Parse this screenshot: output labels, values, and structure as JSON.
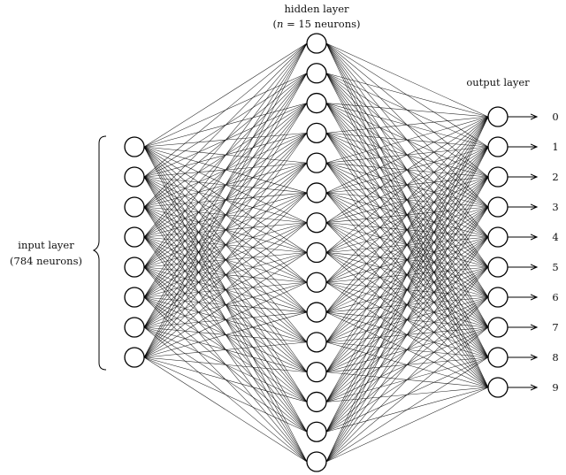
{
  "layers": {
    "input": {
      "label_line1": "input layer",
      "label_line2": "(784 neurons)",
      "drawn_neurons": 8
    },
    "hidden": {
      "label_line1": "hidden layer",
      "label_n": "n",
      "label_rest": " = 15 neurons)",
      "drawn_neurons": 15
    },
    "output": {
      "label": "output layer",
      "drawn_neurons": 10,
      "outputs": [
        "0",
        "1",
        "2",
        "3",
        "4",
        "5",
        "6",
        "7",
        "8",
        "9"
      ]
    }
  },
  "colors": {
    "stroke": "#000000",
    "neuron_fill": "#ffffff",
    "background": "#ffffff"
  }
}
